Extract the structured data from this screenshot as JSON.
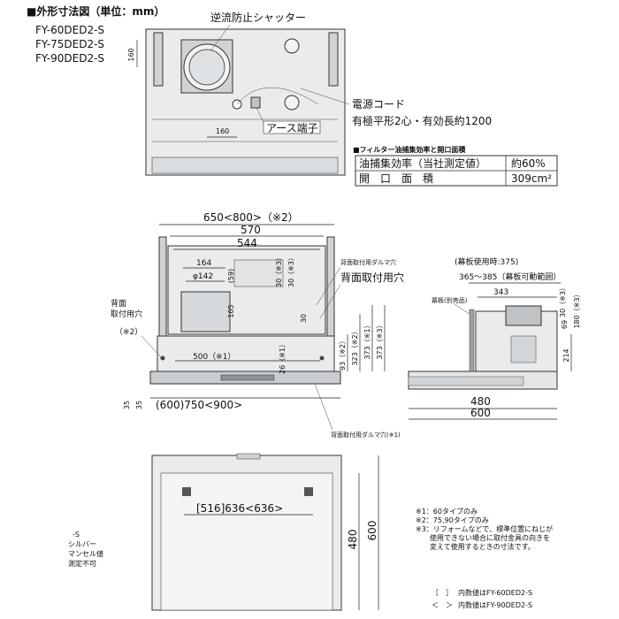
{
  "title": "■外形寸法図（単位：mm）",
  "models": [
    "FY-60DED2-S",
    "FY-75DED2-S",
    "FY-90DED2-S"
  ],
  "top_view": {
    "shutter_label": "逆流防止シャッター",
    "dim_160_v": "160",
    "dim_160_h": "160",
    "power_cord": "電源コード",
    "power_cord_spec": "有極平形2心・有効長約1200",
    "earth_terminal": "アース端子"
  },
  "filter_table": {
    "title": "■フィルター油捕集効率と開口面積",
    "rows": [
      {
        "label": "油捕集効率（当社測定値）",
        "value": "約60%"
      },
      {
        "label": "開　口　面　積",
        "value": "309cm²"
      }
    ]
  },
  "front_view": {
    "w_total": "650<800>（※2）",
    "w_570": "570",
    "w_544": "544",
    "w_164": "164",
    "phi142": "φ142",
    "d59": "(59)",
    "d30_1": "30（※3）",
    "d30_2": "30（※3）",
    "d105": "105",
    "d30_3": "30",
    "d500": "500（※1）",
    "d26": "26（※1）",
    "d93": "93（※2）",
    "d323": "323（※2）",
    "d373_1": "373（※1）",
    "d373_2": "373（※3）",
    "d35_1": "35",
    "d35_2": "35",
    "w_bottom": "(600)750<900>",
    "back_hole_label_1": "背面",
    "back_hole_label_2": "取付用穴",
    "back_hole_note": "（※2）",
    "back_daruma": "背面取付用ダルマ穴",
    "back_hole_right": "背面取付用穴",
    "back_daruma_bottom": "背面取付用ダルマ穴(※1)"
  },
  "side_view": {
    "curtain_note": "(幕板使用時:375)",
    "range_label": "365～385（幕板可動範囲）",
    "d343": "343",
    "curtain_board": "幕板(別売品)",
    "d30_s": "30（※3）",
    "d69": "69",
    "d180": "180（※3）",
    "d214": "214",
    "d480": "480",
    "d600": "600"
  },
  "bottom_view": {
    "width_dim": "[516]636<636>",
    "d480": "480",
    "d600": "600"
  },
  "side_note": [
    "-S",
    "シルバー",
    "マンセル値",
    "測定不可"
  ],
  "notes": [
    "※1：60タイプのみ",
    "※2：75,90タイプのみ",
    "※3：リフォームなどで、標準位置にねじが",
    "　　使用できない場合に取付金具の向きを",
    "　　変えて使用するときの寸法です。"
  ],
  "legend": [
    {
      "bracket": "［　］",
      "text": "内数値はFY-60DED2-S"
    },
    {
      "bracket": "＜　＞",
      "text": "内数値はFY-90DED2-S"
    }
  ]
}
